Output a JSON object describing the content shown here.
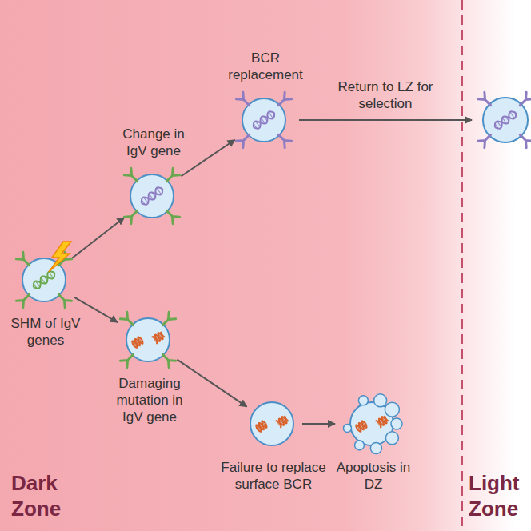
{
  "diagram": {
    "nodes": [
      {
        "text": [
          "Dark Zone"
        ]
      },
      {
        "text": [
          "SHM of IgV genes"
        ],
        "in": 0
      },
      {
        "text": [
          "Change in IgV gene"
        ],
        "in": 0
      },
      {
        "text": [
          "BCR replacement"
        ],
        "in": 0
      },
      {
        "text": [
          "Damaging mutation in IgV gene"
        ],
        "in": 0
      },
      {
        "text": [
          "Failure to replace surface BCR"
        ],
        "in": 0
      },
      {
        "text": [
          "Apoptosis in DZ"
        ],
        "in": 0
      },
      {
        "text": [
          "Light Zone"
        ]
      }
    ],
    "edges": [
      {
        "from": 1,
        "to": 2,
        "arrow": "to"
      },
      {
        "from": 2,
        "to": 3,
        "arrow": "to"
      },
      {
        "from": 3,
        "to": 7,
        "arrow": "to",
        "label": "Return to LZ for selection"
      },
      {
        "from": 1,
        "to": 4,
        "arrow": "to"
      },
      {
        "from": 4,
        "to": 5,
        "arrow": "to"
      },
      {
        "from": 5,
        "to": 6,
        "arrow": "to"
      }
    ]
  }
}
